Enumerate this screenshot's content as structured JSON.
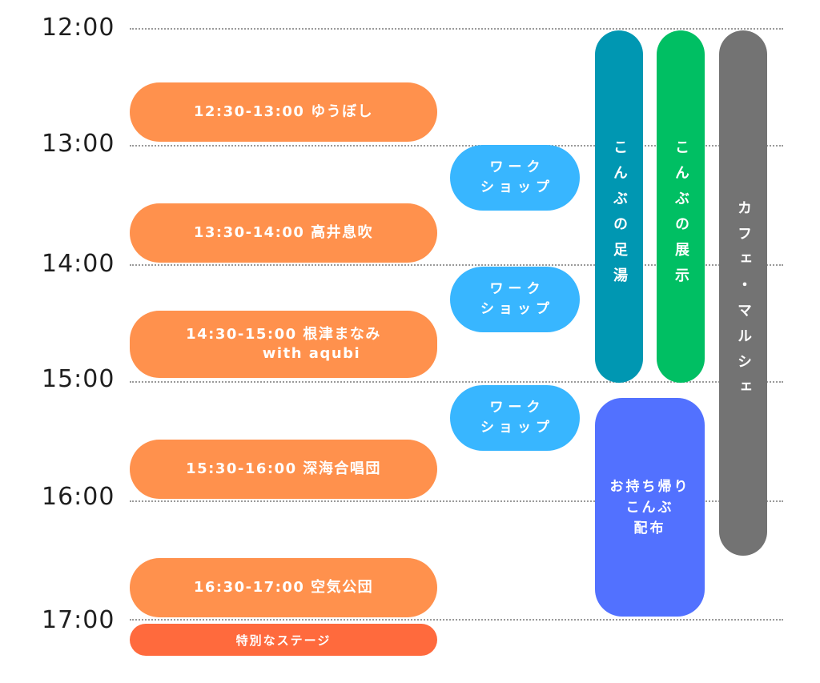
{
  "times": [
    "12:00",
    "13:00",
    "14:00",
    "15:00",
    "16:00",
    "17:00"
  ],
  "stage": [
    {
      "line1": "12:30-13:00 ゆうぼし",
      "line2": ""
    },
    {
      "line1": "13:30-14:00 高井息吹",
      "line2": ""
    },
    {
      "line1": "14:30-15:00 根津まなみ",
      "line2": "with aqubi"
    },
    {
      "line1": "15:30-16:00 深海合唱団",
      "line2": ""
    },
    {
      "line1": "16:30-17:00 空気公団",
      "line2": ""
    }
  ],
  "special_stage": "特別なステージ",
  "workshops": [
    "ワーク\nショップ",
    "ワーク\nショップ",
    "ワーク\nショップ"
  ],
  "columns": {
    "ashiyu": "こんぶの足湯",
    "tenji": "こんぶの展示",
    "cafe": "カフェ・マルシェ",
    "takeaway": "お持ち帰り\nこんぶ\n配布"
  },
  "colors": {
    "stage": "#ff914d",
    "special": "#ff6a3d",
    "workshop": "#38b6ff",
    "ashiyu": "#0097b2",
    "tenji": "#00bf63",
    "cafe": "#737373",
    "takeaway": "#5271ff"
  }
}
